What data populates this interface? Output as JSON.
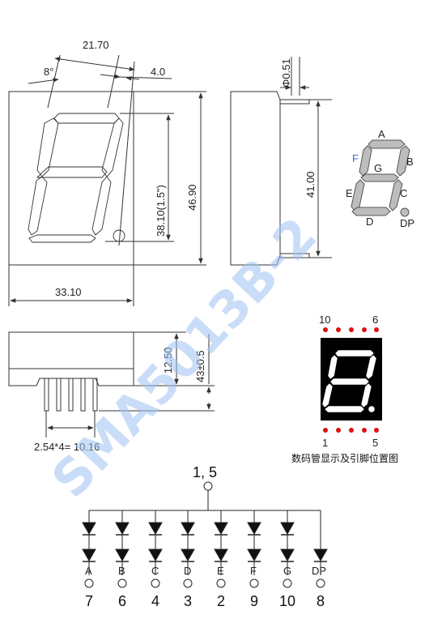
{
  "watermark": "SMA5013B-2",
  "front_view": {
    "dim_top_width": "21.70",
    "dim_angle": "8°",
    "dim_offset": "4.0",
    "dim_digit_height": "38.10(1.5\")",
    "dim_total_height": "46.90",
    "dim_width": "33.10"
  },
  "side_view": {
    "dim_pin_dia": "Φ0.51",
    "dim_height": "41.00"
  },
  "bottom_view": {
    "dim_body_height": "12.50",
    "dim_pin_length": "43±0.5",
    "dim_pin_pitch": "2.54*4= 10.16"
  },
  "segment_labels": {
    "a": "A",
    "b": "B",
    "c": "C",
    "d": "D",
    "e": "E",
    "f": "F",
    "g": "G",
    "dp": "DP"
  },
  "pin_diagram": {
    "top_left_pin": "10",
    "top_right_pin": "6",
    "bottom_left_pin": "1",
    "bottom_right_pin": "5",
    "caption": "数码管显示及引脚位置图"
  },
  "circuit": {
    "common_pins": "1, 5",
    "segments": [
      "A",
      "B",
      "C",
      "D",
      "E",
      "F",
      "G",
      "DP"
    ],
    "pins": [
      "7",
      "6",
      "4",
      "3",
      "2",
      "9",
      "10",
      "8"
    ]
  },
  "colors": {
    "line": "#333333",
    "watermark": "#9fc3f3",
    "pin_dot": "#dd1111",
    "display_bg": "#000000"
  }
}
